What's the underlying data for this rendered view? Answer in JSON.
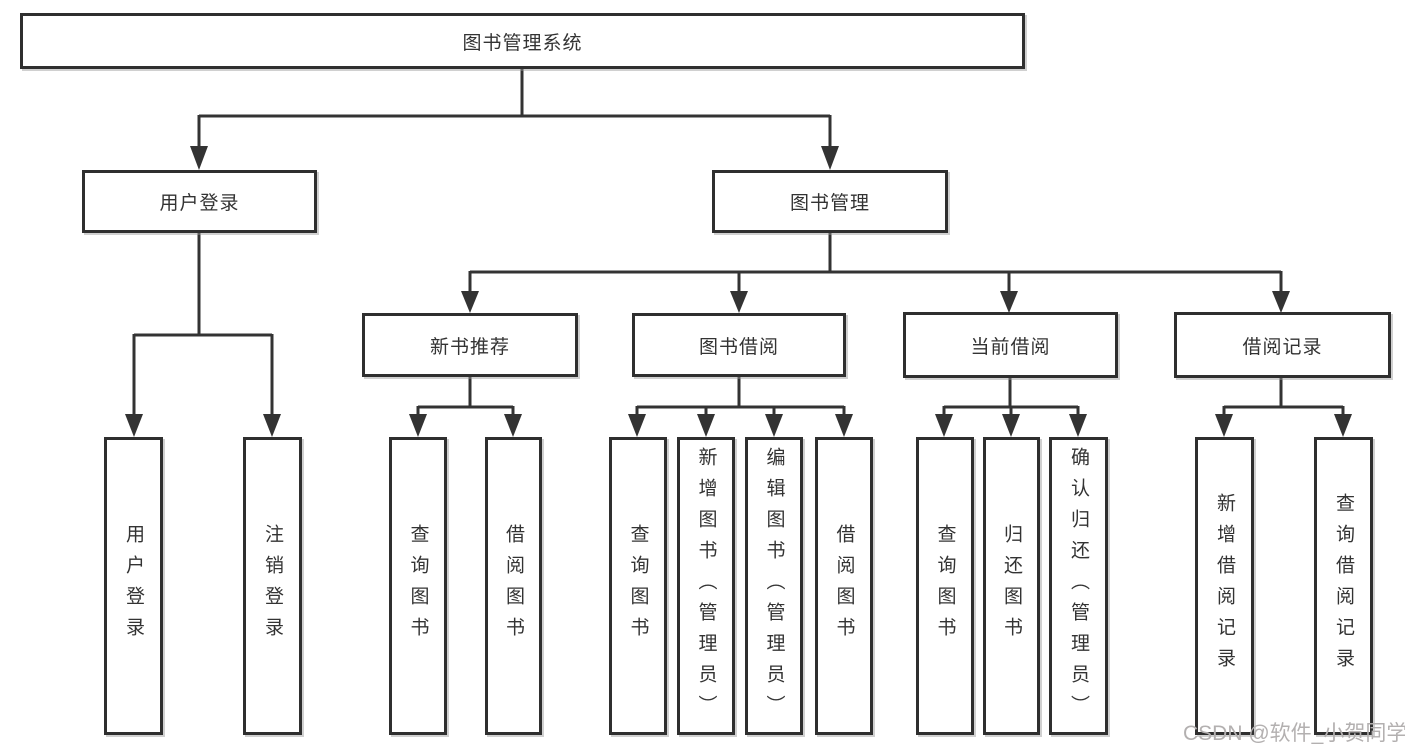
{
  "tree": {
    "root": {
      "label": "图书管理系统"
    },
    "branches": [
      {
        "label": "用户登录",
        "children": [
          {
            "label": "用户登录"
          },
          {
            "label": "注销登录"
          }
        ]
      },
      {
        "label": "图书管理",
        "children": [
          {
            "label": "新书推荐",
            "children": [
              {
                "label": "查询图书"
              },
              {
                "label": "借阅图书"
              }
            ]
          },
          {
            "label": "图书借阅",
            "children": [
              {
                "label": "查询图书"
              },
              {
                "label": "新增图书（管理员）"
              },
              {
                "label": "编辑图书（管理员）"
              },
              {
                "label": "借阅图书"
              }
            ]
          },
          {
            "label": "当前借阅",
            "children": [
              {
                "label": "查询图书"
              },
              {
                "label": "归还图书"
              },
              {
                "label": "确认归还（管理员）"
              }
            ]
          },
          {
            "label": "借阅记录",
            "children": [
              {
                "label": "新增借阅记录"
              },
              {
                "label": "查询借阅记录"
              }
            ]
          }
        ]
      }
    ]
  },
  "watermark": "CSDN @软件_小贺同学",
  "colors": {
    "line": "#333333",
    "box_border": "#2f2f2f",
    "text": "#333333",
    "watermark": "#b3b0b0"
  }
}
